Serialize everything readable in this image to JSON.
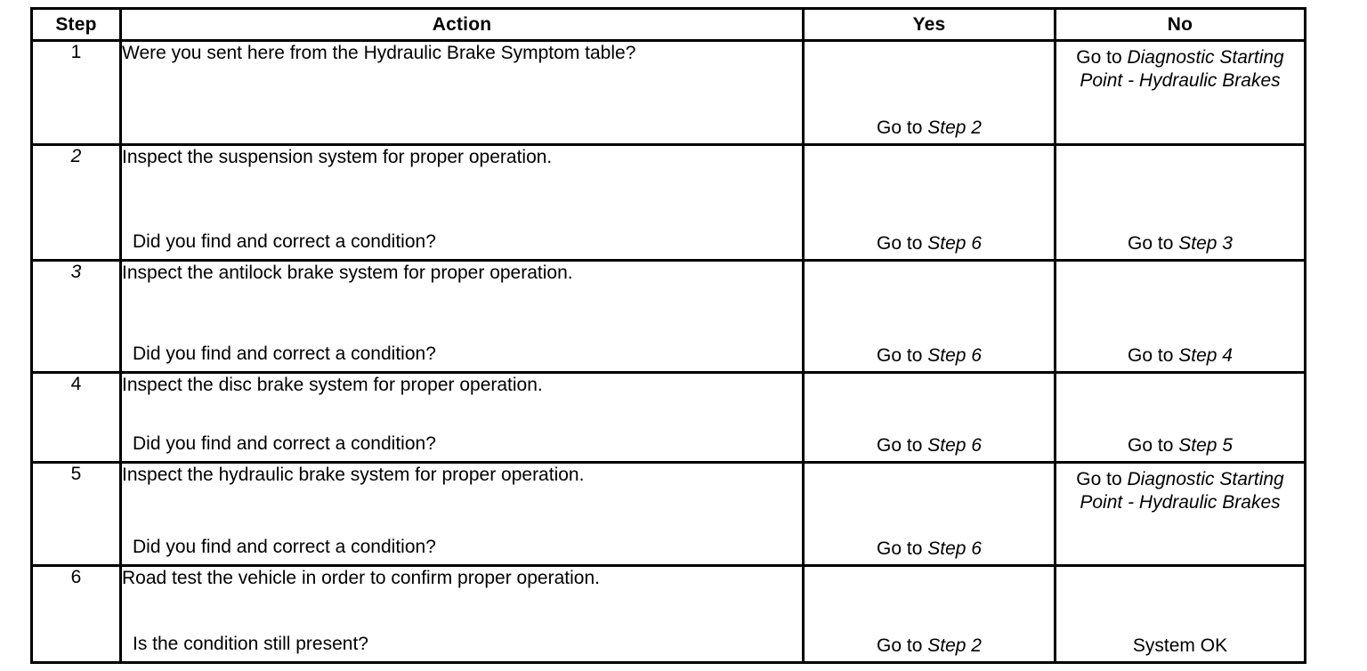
{
  "table": {
    "headers": {
      "step": "Step",
      "action": "Action",
      "yes": "Yes",
      "no": "No"
    },
    "rows": [
      {
        "step": "1",
        "step_italic": false,
        "action_top": "Were you sent here from the Hydraulic Brake Symptom table?",
        "action_bottom": "",
        "yes_prefix": "Go to ",
        "yes_ref": "Step 2",
        "yes_position": "bottom",
        "no_prefix": "Go to ",
        "no_ref": "Diagnostic Starting Point - Hydraulic Brakes",
        "no_position": "top"
      },
      {
        "step": "2",
        "step_italic": true,
        "action_top": "Inspect the suspension system for proper operation.",
        "action_bottom": "Did you find and correct a condition?",
        "yes_prefix": "Go to ",
        "yes_ref": "Step 6",
        "yes_position": "bottom",
        "no_prefix": "Go to ",
        "no_ref": "Step 3",
        "no_position": "bottom"
      },
      {
        "step": "3",
        "step_italic": true,
        "action_top": "Inspect the antilock brake system for proper operation.",
        "action_bottom": "Did you find and correct a condition?",
        "yes_prefix": "Go to ",
        "yes_ref": "Step 6",
        "yes_position": "bottom",
        "no_prefix": "Go to ",
        "no_ref": "Step 4",
        "no_position": "bottom"
      },
      {
        "step": "4",
        "step_italic": false,
        "action_top": "Inspect the disc brake system for proper operation.",
        "action_bottom": "Did you find and correct a condition?",
        "yes_prefix": "Go to ",
        "yes_ref": "Step 6",
        "yes_position": "bottom",
        "no_prefix": "Go to ",
        "no_ref": "Step 5",
        "no_position": "bottom"
      },
      {
        "step": "5",
        "step_italic": false,
        "action_top": "Inspect the hydraulic brake system for proper operation.",
        "action_bottom": "Did you find and correct a condition?",
        "yes_prefix": "Go to ",
        "yes_ref": "Step 6",
        "yes_position": "bottom",
        "no_prefix": "Go to ",
        "no_ref": "Diagnostic Starting Point - Hydraulic Brakes",
        "no_position": "top"
      },
      {
        "step": "6",
        "step_italic": false,
        "action_top": "Road test the vehicle in order to confirm proper operation.",
        "action_bottom": "Is the condition still present?",
        "yes_prefix": "Go to ",
        "yes_ref": "Step 2",
        "yes_position": "bottom",
        "no_prefix": "System OK",
        "no_ref": "",
        "no_position": "bottom"
      }
    ]
  },
  "colors": {
    "background": "#ffffff",
    "text": "#000000",
    "border": "#000000"
  }
}
